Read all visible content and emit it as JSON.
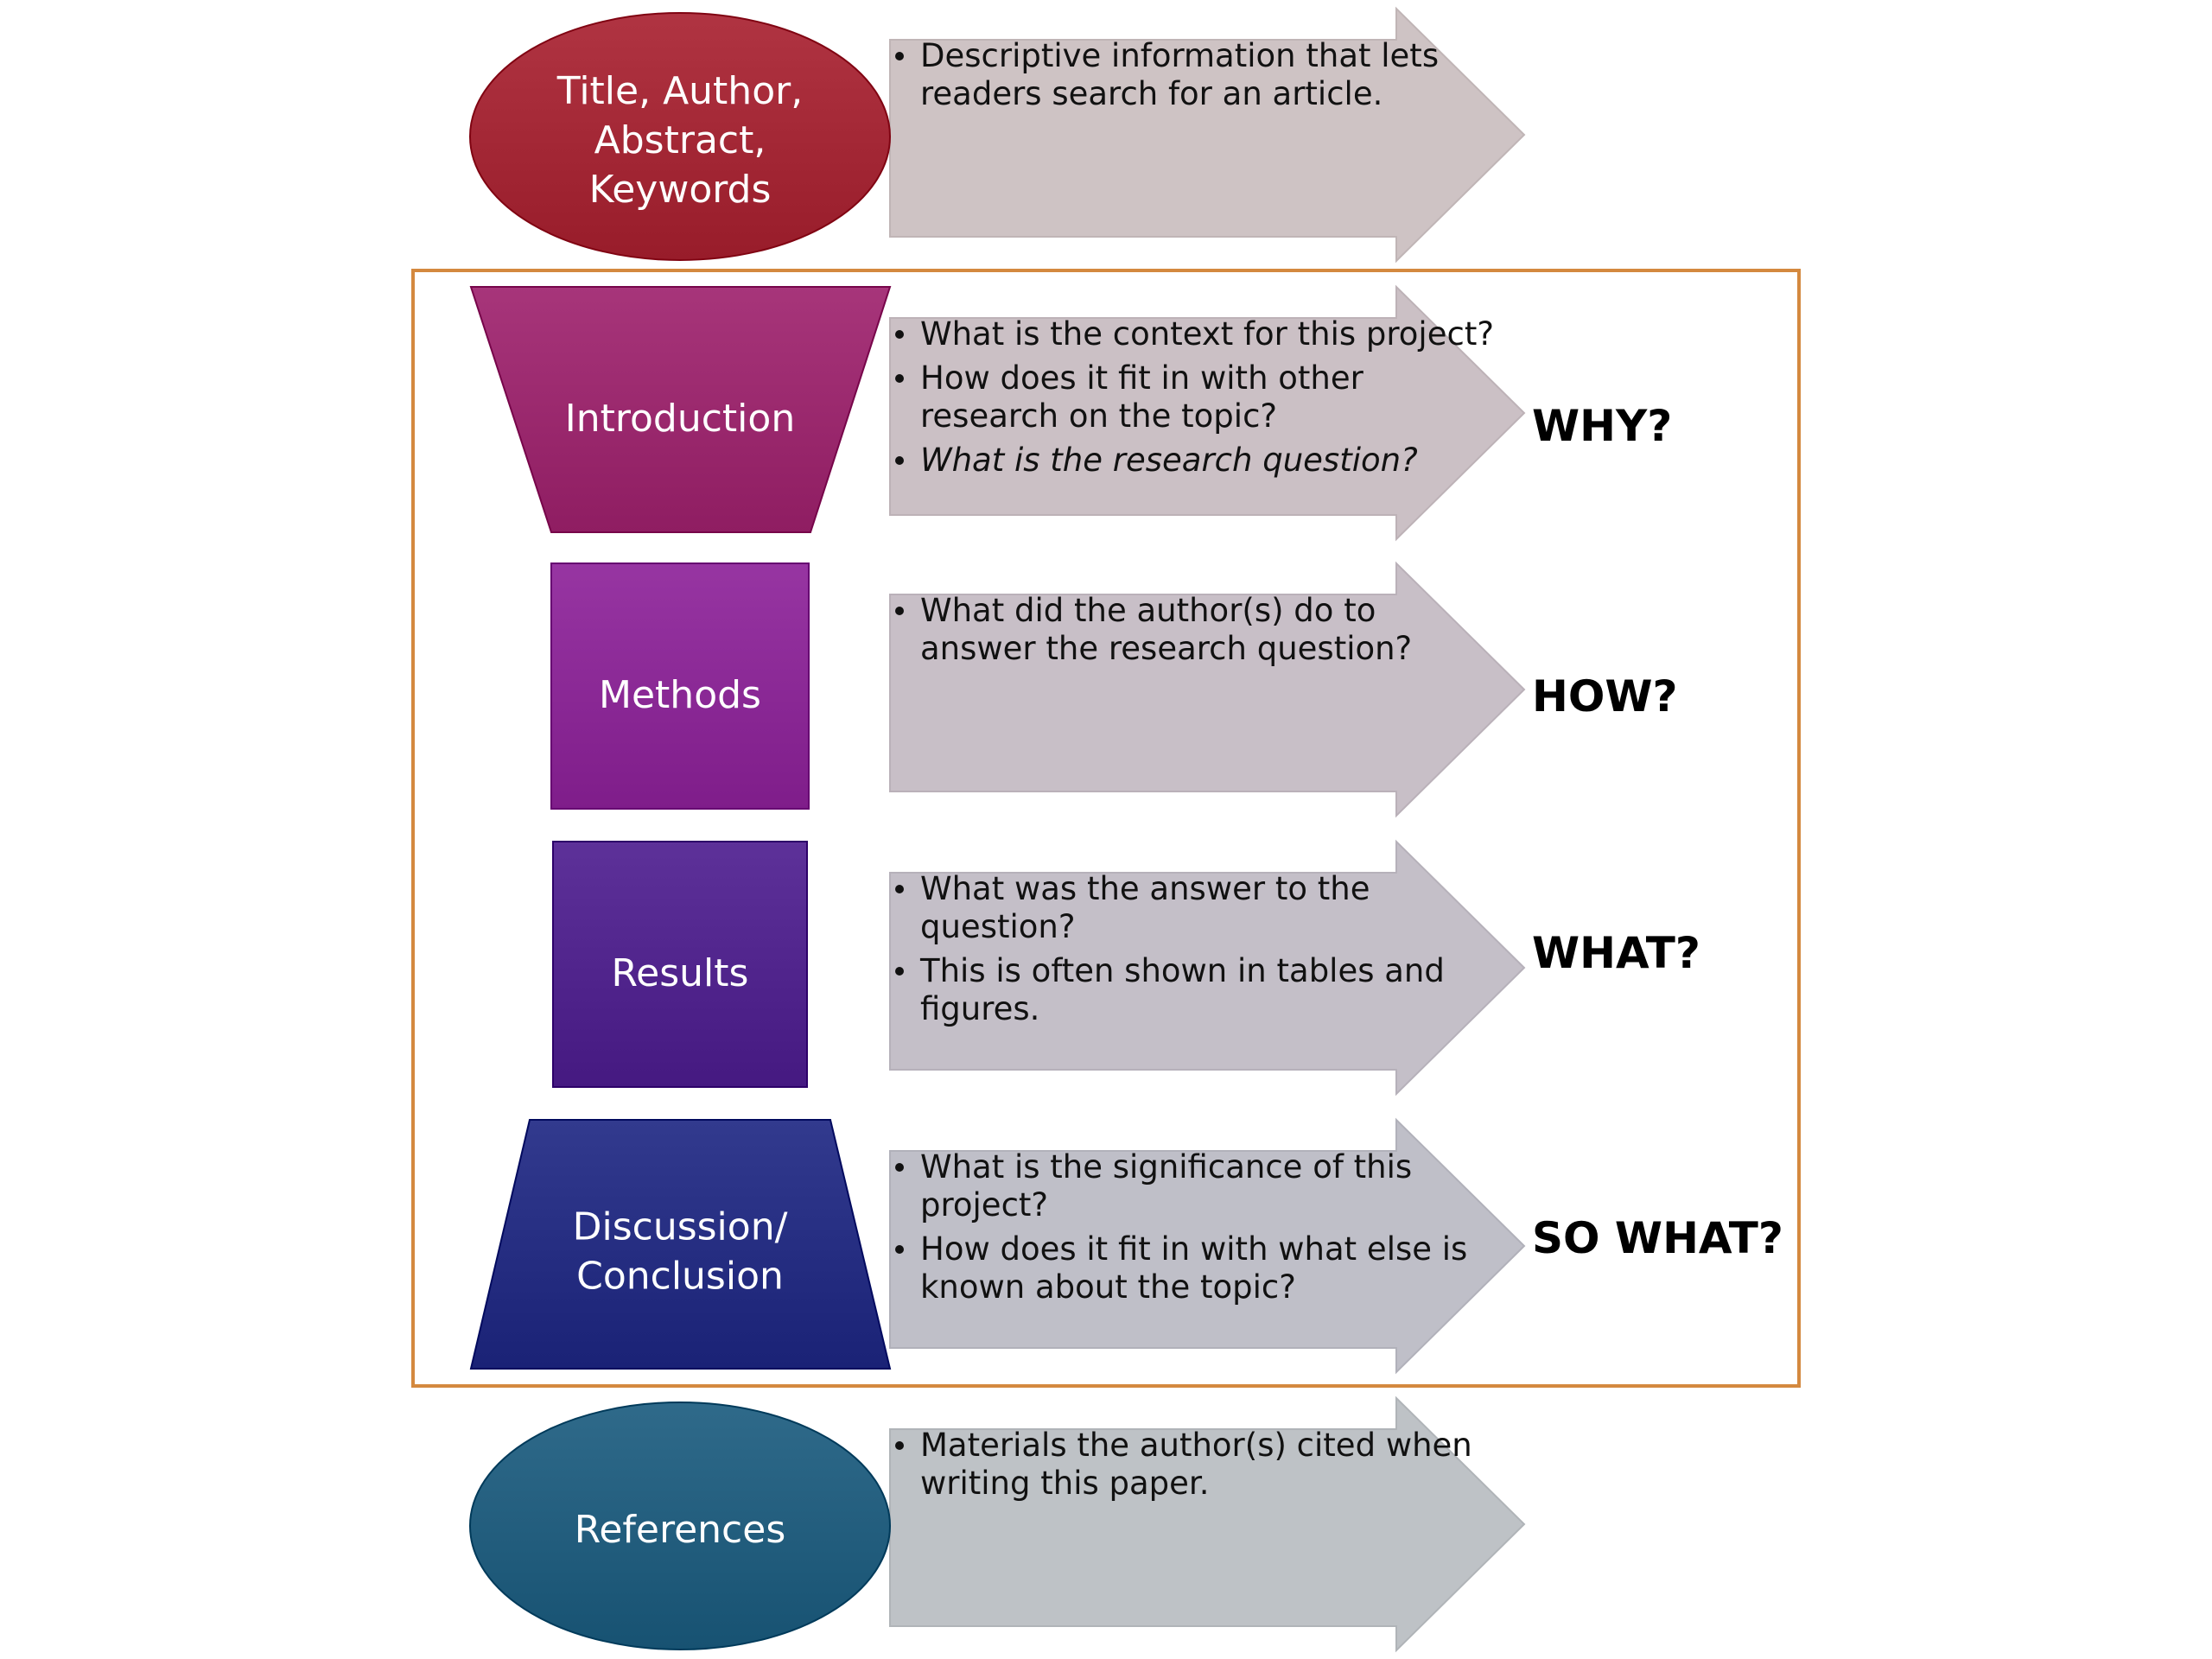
{
  "diagram": {
    "sections": [
      {
        "id": "metadata",
        "shape": "ellipse",
        "label_lines": [
          "Title, Author,",
          "Abstract,",
          "Keywords"
        ],
        "color": "#9E2230",
        "arrow_color": "#CEC3C4",
        "bullets": [
          {
            "lines": [
              "Descriptive information that lets",
              "readers search for an article."
            ],
            "italic": false
          }
        ],
        "question": ""
      },
      {
        "id": "introduction",
        "shape": "funnel",
        "label_lines": [
          "Introduction"
        ],
        "color": "#952368",
        "arrow_color": "#CBC0C5",
        "bullets": [
          {
            "lines": [
              "What is the context for this project?"
            ],
            "italic": false
          },
          {
            "lines": [
              "How does it fit in with other",
              "research on the topic?"
            ],
            "italic": false
          },
          {
            "lines": [
              "What is the research question?"
            ],
            "italic": true
          }
        ],
        "question": "WHY?"
      },
      {
        "id": "methods",
        "shape": "rect-wide",
        "label_lines": [
          "Methods"
        ],
        "color": "#852390",
        "arrow_color": "#C8BFC7",
        "bullets": [
          {
            "lines": [
              "What did the author(s) do to",
              "answer the research question?"
            ],
            "italic": false
          }
        ],
        "question": "HOW?"
      },
      {
        "id": "results",
        "shape": "rect-narrow",
        "label_lines": [
          "Results"
        ],
        "color": "#4B1F87",
        "arrow_color": "#C4BFC8",
        "bullets": [
          {
            "lines": [
              "What was the answer to the",
              "question?"
            ],
            "italic": false
          },
          {
            "lines": [
              "This is often shown in tables and",
              "figures."
            ],
            "italic": false
          }
        ],
        "question": "WHAT?"
      },
      {
        "id": "discussion",
        "shape": "trapezoid",
        "label_lines": [
          "Discussion/",
          "Conclusion"
        ],
        "color": "#20287C",
        "arrow_color": "#BFBFC8",
        "bullets": [
          {
            "lines": [
              "What is the significance of this",
              "project?"
            ],
            "italic": false
          },
          {
            "lines": [
              "How does it fit in with what else is",
              "known about the topic?"
            ],
            "italic": false
          }
        ],
        "question": "SO WHAT?"
      },
      {
        "id": "references",
        "shape": "ellipse",
        "label_lines": [
          "References"
        ],
        "color": "#1D5878",
        "arrow_color": "#BEC2C6",
        "bullets": [
          {
            "lines": [
              "Materials the author(s) cited when",
              "writing this paper."
            ],
            "italic": false
          }
        ],
        "question": ""
      }
    ],
    "frame_color": "#D4893F"
  }
}
